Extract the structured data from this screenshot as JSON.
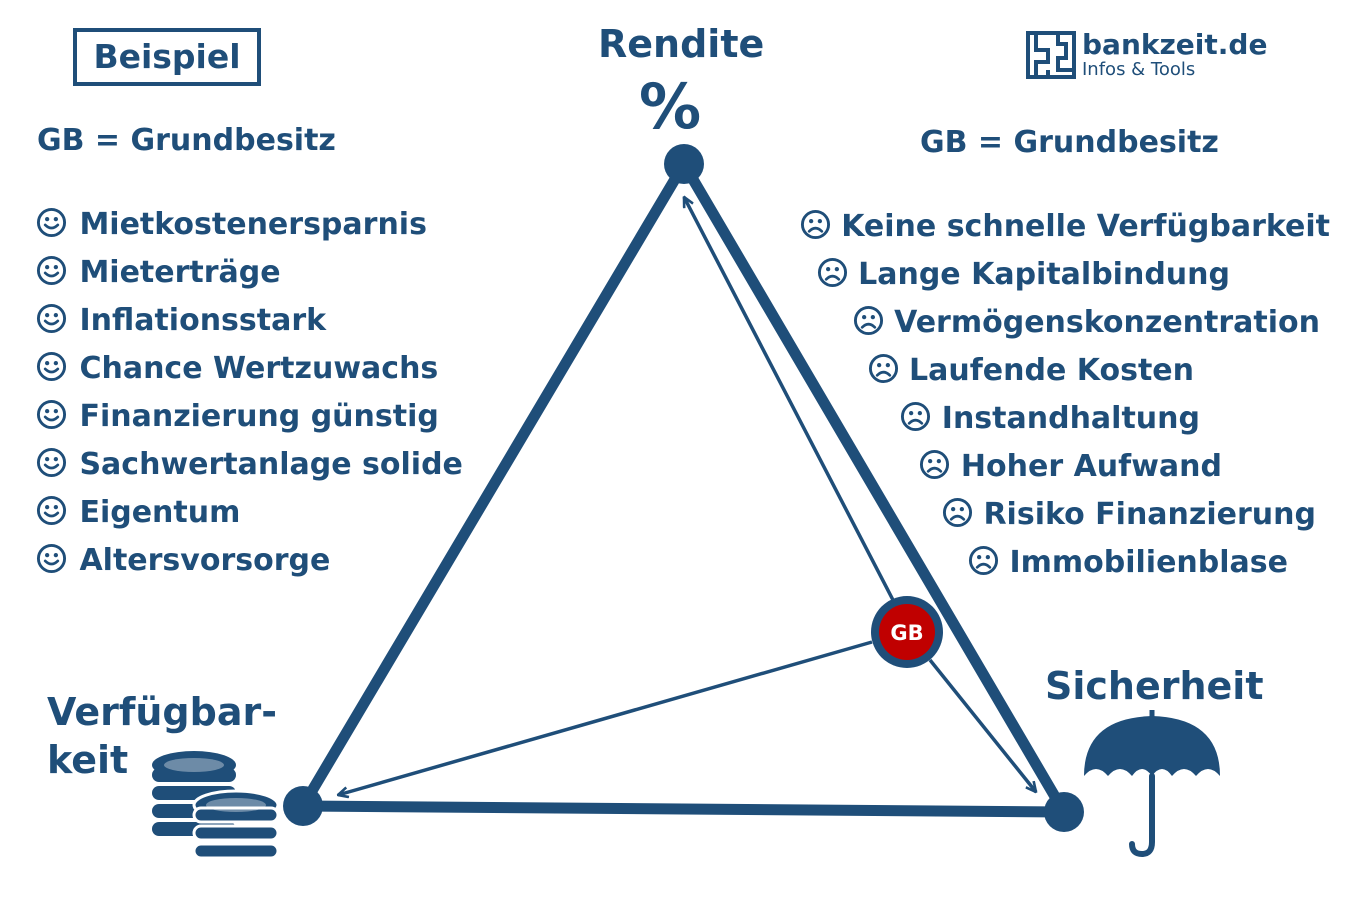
{
  "badge_label": "Beispiel",
  "logo": {
    "name": "bankzeit.de",
    "tagline": "Infos & Tools"
  },
  "corners": {
    "top": "Rendite",
    "top_symbol": "%",
    "left_line1": "Verfügbar-",
    "left_line2": "keit",
    "right": "Sicherheit"
  },
  "legend_left": "GB = Grundbesitz",
  "legend_right": "GB = Grundbesitz",
  "marker_label": "GB",
  "pros": [
    {
      "text": "Mietkostenersparnis",
      "icon": "smiley-icon"
    },
    {
      "text": "Mieterträge",
      "icon": "smiley-icon"
    },
    {
      "text": "Inflationsstark",
      "icon": "smiley-icon"
    },
    {
      "text": "Chance Wertzuwachs",
      "icon": "smiley-icon"
    },
    {
      "text": "Finanzierung günstig",
      "icon": "smiley-icon"
    },
    {
      "text": "Sachwertanlage solide",
      "icon": "smiley-icon"
    },
    {
      "text": "Eigentum",
      "icon": "smiley-icon"
    },
    {
      "text": "Altersvorsorge",
      "icon": "smiley-icon"
    }
  ],
  "cons": [
    {
      "text": "Keine schnelle Verfügbarkeit",
      "icon": "frowny-icon"
    },
    {
      "text": "Lange Kapitalbindung",
      "icon": "frowny-icon"
    },
    {
      "text": "Vermögenskonzentration",
      "icon": "frowny-icon"
    },
    {
      "text": "Laufende Kosten",
      "icon": "frowny-icon"
    },
    {
      "text": "Instandhaltung",
      "icon": "frowny-icon"
    },
    {
      "text": "Hoher Aufwand",
      "icon": "frowny-icon"
    },
    {
      "text": "Risiko Finanzierung",
      "icon": "frowny-icon"
    },
    {
      "text": "Immobilienblase",
      "icon": "frowny-icon"
    }
  ],
  "colors": {
    "primary": "#1f4e79",
    "marker": "#c00000",
    "background": "#ffffff"
  }
}
